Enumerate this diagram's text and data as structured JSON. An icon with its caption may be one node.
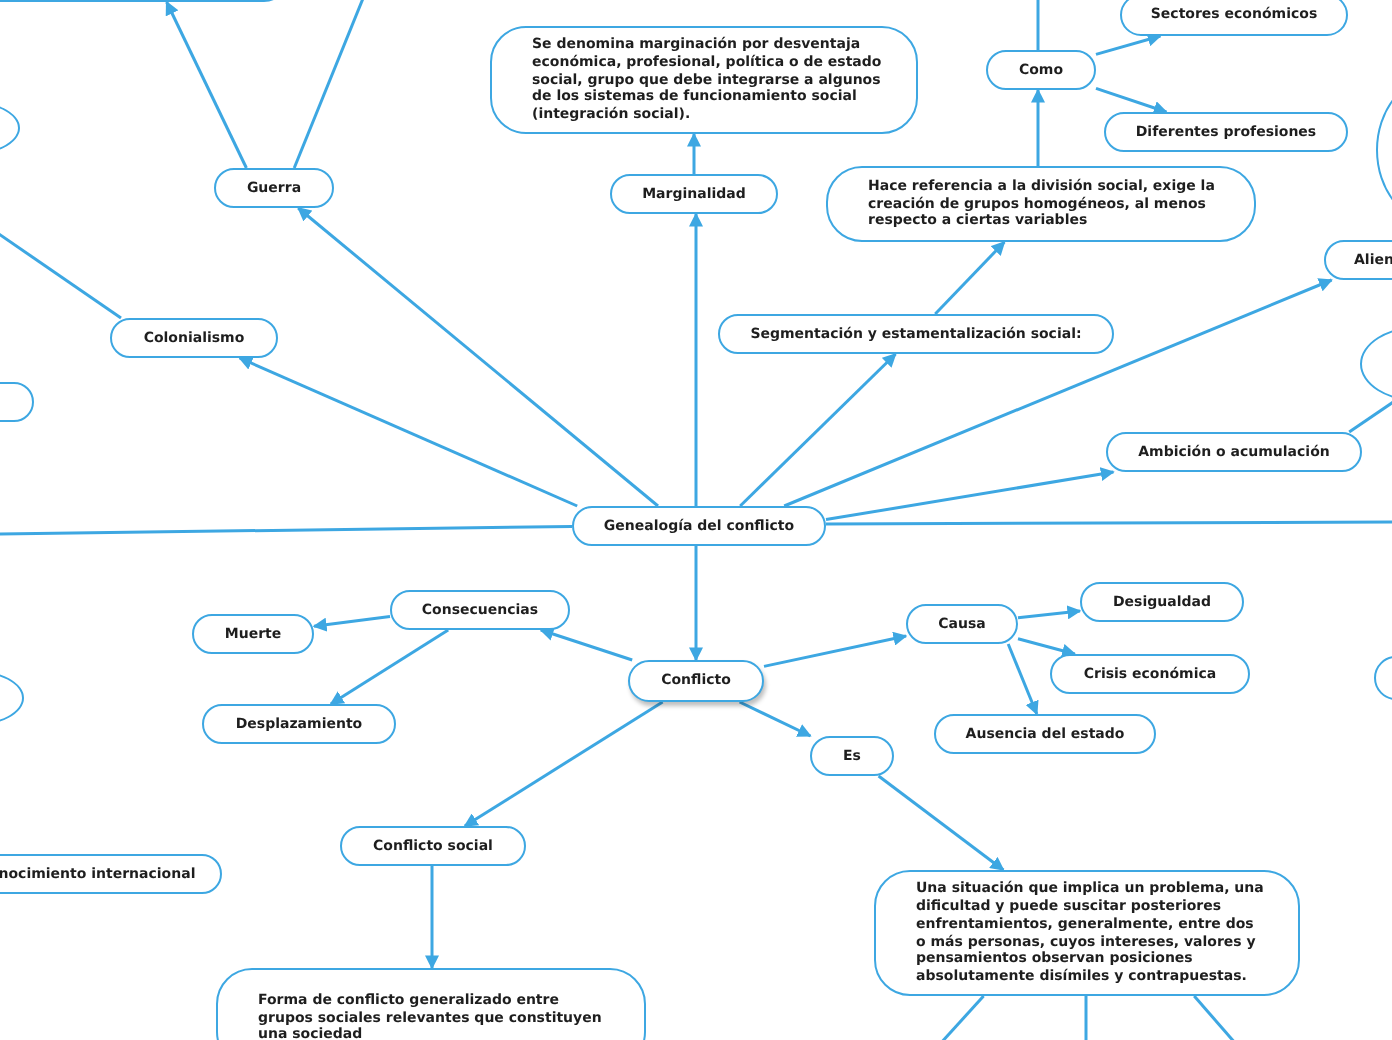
{
  "diagram": {
    "nodes": [
      {
        "text": [
          "Genealogía del conflicto"
        ]
      },
      {
        "text": [
          "Guerra"
        ]
      },
      {
        "text": [
          "Colonialismo"
        ]
      },
      {
        "text": [
          "Marginalidad"
        ]
      },
      {
        "text": [
          "Se denomina marginación por desventaja económica, profesional, política o de estado social, grupo que debe integrarse a algunos de los sistemas de funcionamiento social (integración social)."
        ]
      },
      {
        "text": [
          "Segmentación y estamentalización social:"
        ]
      },
      {
        "text": [
          "Hace referencia a la división social, exige la creación de grupos homogéneos, al menos respecto a ciertas variables"
        ]
      },
      {
        "text": [
          "Como"
        ]
      },
      {
        "text": [
          "Sectores económicos"
        ]
      },
      {
        "text": [
          "Diferentes profesiones"
        ]
      },
      {
        "text": [
          "Alien"
        ]
      },
      {
        "text": [
          "Ambición o acumulación"
        ]
      },
      {
        "text": [
          "Conflicto"
        ]
      },
      {
        "text": [
          "Consecuencias"
        ]
      },
      {
        "text": [
          "Muerte"
        ]
      },
      {
        "text": [
          "Desplazamiento"
        ]
      },
      {
        "text": [
          "Conflicto social"
        ]
      },
      {
        "text": [
          "Forma de conflicto generalizado entre grupos sociales relevantes que constituyen una sociedad"
        ]
      },
      {
        "text": [
          "Causa"
        ]
      },
      {
        "text": [
          "Desigualdad"
        ]
      },
      {
        "text": [
          "Crisis económica"
        ]
      },
      {
        "text": [
          "Ausencia del estado"
        ]
      },
      {
        "text": [
          "Es"
        ]
      },
      {
        "text": [
          "Una situación que implica un problema, una dificultad y puede suscitar posteriores enfrentamientos, generalmente, entre dos o más personas, cuyos intereses, valores y pensamientos observan posiciones absolutamente disímiles y contrapuestas."
        ]
      },
      {
        "text": [
          "nocimiento internacional"
        ]
      },
      {
        "text": [],
        "shape": "box"
      },
      {
        "text": [],
        "shape": "circle"
      },
      {
        "text": [],
        "shape": "box"
      },
      {
        "text": [],
        "shape": "circle"
      },
      {
        "text": [],
        "shape": "circle"
      },
      {
        "text": [],
        "shape": "circle"
      },
      {
        "text": [],
        "shape": "box"
      }
    ],
    "edges": [
      {
        "from": 0,
        "to": 1,
        "arrow": "to"
      },
      {
        "from": 0,
        "to": 2,
        "arrow": "to"
      },
      {
        "from": 0,
        "to": 3,
        "arrow": "to"
      },
      {
        "from": 0,
        "to": 5,
        "arrow": "to"
      },
      {
        "from": 0,
        "to": 10,
        "arrow": "to"
      },
      {
        "from": 0,
        "to": 11,
        "arrow": "to"
      },
      {
        "from": 0,
        "to": 12,
        "arrow": "to"
      },
      {
        "from": 0,
        "to": null,
        "arrow": "none"
      },
      {
        "from": 0,
        "to": null,
        "arrow": "none"
      },
      {
        "from": 1,
        "to": 25,
        "arrow": "to"
      },
      {
        "from": 1,
        "to": null,
        "arrow": "none"
      },
      {
        "from": 2,
        "to": null,
        "arrow": "none"
      },
      {
        "from": 3,
        "to": 4,
        "arrow": "to"
      },
      {
        "from": 5,
        "to": 6,
        "arrow": "to"
      },
      {
        "from": 6,
        "to": 7,
        "arrow": "to"
      },
      {
        "from": 7,
        "to": null,
        "arrow": "none"
      },
      {
        "from": 7,
        "to": 8,
        "arrow": "to"
      },
      {
        "from": 7,
        "to": 9,
        "arrow": "to"
      },
      {
        "from": 11,
        "to": 30,
        "arrow": "none"
      },
      {
        "from": 12,
        "to": 13,
        "arrow": "to"
      },
      {
        "from": 12,
        "to": 16,
        "arrow": "to"
      },
      {
        "from": 12,
        "to": 18,
        "arrow": "to"
      },
      {
        "from": 12,
        "to": 22,
        "arrow": "to"
      },
      {
        "from": 13,
        "to": 14,
        "arrow": "to"
      },
      {
        "from": 13,
        "to": 15,
        "arrow": "to"
      },
      {
        "from": 16,
        "to": 17,
        "arrow": "to"
      },
      {
        "from": 18,
        "to": 19,
        "arrow": "to"
      },
      {
        "from": 18,
        "to": 20,
        "arrow": "to"
      },
      {
        "from": 18,
        "to": 21,
        "arrow": "to"
      },
      {
        "from": 22,
        "to": 23,
        "arrow": "to"
      },
      {
        "from": 23,
        "to": null,
        "arrow": "none"
      },
      {
        "from": 23,
        "to": null,
        "arrow": "none"
      },
      {
        "from": 23,
        "to": null,
        "arrow": "none"
      }
    ]
  }
}
